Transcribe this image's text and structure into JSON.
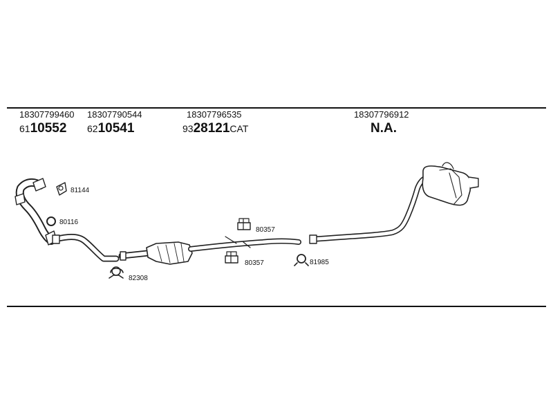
{
  "headers": [
    {
      "oe": "18307799460",
      "prefix": "61",
      "main": "10552",
      "suffix": ""
    },
    {
      "oe": "18307790544",
      "prefix": "62",
      "main": "10541",
      "suffix": ""
    },
    {
      "oe": "18307796535",
      "prefix": "93",
      "main": "28121",
      "suffix": "CAT"
    },
    {
      "oe": "18307796912",
      "prefix": "",
      "main": "N.A.",
      "suffix": ""
    }
  ],
  "parts": {
    "gasket_top": "81144",
    "ring": "80116",
    "clamp_bottom": "82308",
    "mount_upper": "80357",
    "mount_lower": "80357",
    "clamp_right": "81985"
  }
}
